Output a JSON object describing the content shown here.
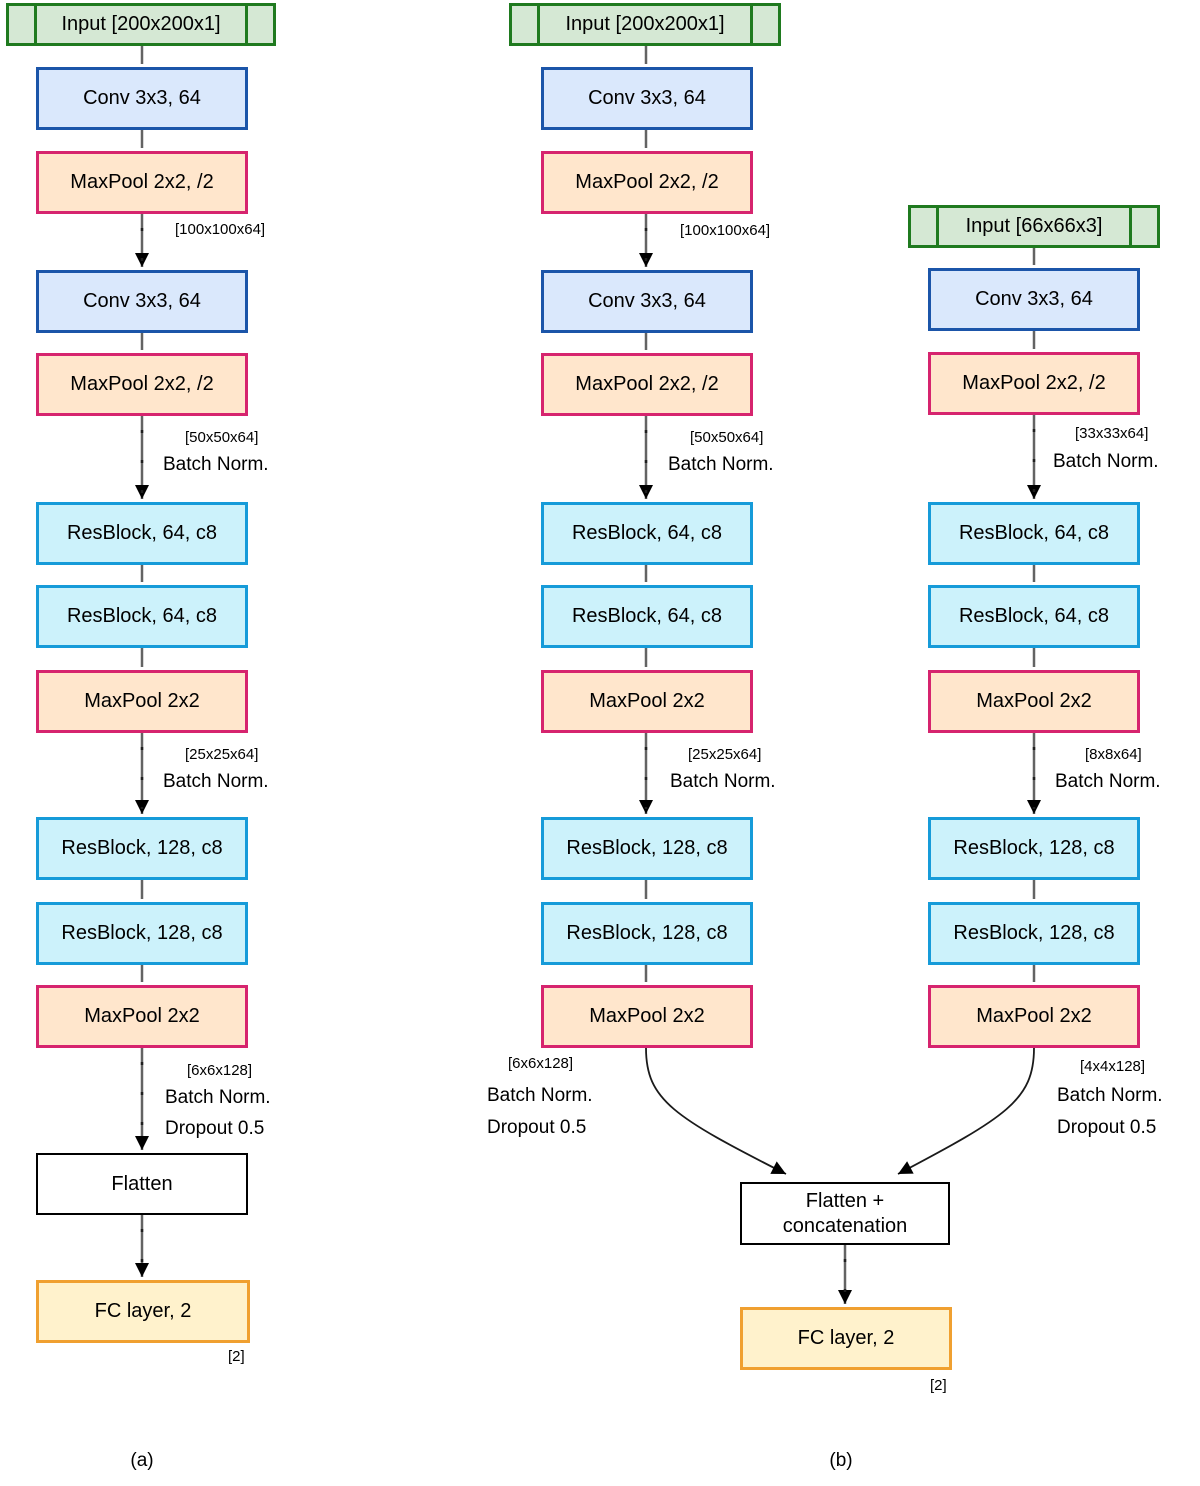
{
  "colors": {
    "input_fill": "#d5e8d4",
    "input_stroke": "#1f7a1f",
    "conv_fill": "#dae8fc",
    "conv_stroke": "#1b55a9",
    "pool_fill": "#ffe6cc",
    "pool_stroke": "#d6246e",
    "res_fill": "#ccf2fb",
    "res_stroke": "#169bd9",
    "fc_fill": "#fff2cc",
    "fc_stroke": "#f0a030",
    "plain_fill": "#ffffff",
    "plain_stroke": "#000000",
    "wire": "#636363",
    "arrowhead": "#000000"
  },
  "diagram_a": {
    "caption": "(a)",
    "boxes": {
      "input": "Input [200x200x1]",
      "conv1": "Conv 3x3, 64",
      "pool1": "MaxPool 2x2, /2",
      "conv2": "Conv 3x3, 64",
      "pool2": "MaxPool 2x2, /2",
      "res1": "ResBlock, 64, c8",
      "res2": "ResBlock, 64, c8",
      "pool3": "MaxPool 2x2",
      "res3": "ResBlock, 128, c8",
      "res4": "ResBlock, 128, c8",
      "pool4": "MaxPool 2x2",
      "flatten": "Flatten",
      "fc": "FC layer, 2"
    },
    "annotations": {
      "after_pool1_shape": "[100x100x64]",
      "after_pool2_shape": "[50x50x64]",
      "after_pool2_op": "Batch Norm.",
      "after_pool3_shape": "[25x25x64]",
      "after_pool3_op": "Batch Norm.",
      "after_pool4_shape": "[6x6x128]",
      "after_pool4_op1": "Batch Norm.",
      "after_pool4_op2": "Dropout 0.5",
      "output_shape": "[2]"
    }
  },
  "diagram_b": {
    "caption": "(b)",
    "left_branch": {
      "boxes": {
        "input": "Input [200x200x1]",
        "conv1": "Conv 3x3, 64",
        "pool1": "MaxPool 2x2, /2",
        "conv2": "Conv 3x3, 64",
        "pool2": "MaxPool 2x2, /2",
        "res1": "ResBlock, 64, c8",
        "res2": "ResBlock, 64, c8",
        "pool3": "MaxPool 2x2",
        "res3": "ResBlock, 128, c8",
        "res4": "ResBlock, 128, c8",
        "pool4": "MaxPool 2x2"
      },
      "annotations": {
        "after_pool1_shape": "[100x100x64]",
        "after_pool2_shape": "[50x50x64]",
        "after_pool2_op": "Batch Norm.",
        "after_pool3_shape": "[25x25x64]",
        "after_pool3_op": "Batch Norm.",
        "after_pool4_shape": "[6x6x128]",
        "after_pool4_op1": "Batch Norm.",
        "after_pool4_op2": "Dropout 0.5"
      }
    },
    "right_branch": {
      "boxes": {
        "input": "Input [66x66x3]",
        "conv1": "Conv 3x3, 64",
        "pool1": "MaxPool 2x2, /2",
        "res1": "ResBlock, 64, c8",
        "res2": "ResBlock, 64, c8",
        "pool2": "MaxPool 2x2",
        "res3": "ResBlock, 128, c8",
        "res4": "ResBlock, 128, c8",
        "pool3": "MaxPool 2x2"
      },
      "annotations": {
        "after_pool1_shape": "[33x33x64]",
        "after_pool1_op": "Batch Norm.",
        "after_pool2_shape": "[8x8x64]",
        "after_pool2_op": "Batch Norm.",
        "after_pool3_shape": "[4x4x128]",
        "after_pool3_op1": "Batch Norm.",
        "after_pool3_op2": "Dropout 0.5"
      }
    },
    "merge": {
      "concat_line1": "Flatten +",
      "concat_line2": "concatenation",
      "fc": "FC layer, 2",
      "output_shape": "[2]"
    }
  }
}
